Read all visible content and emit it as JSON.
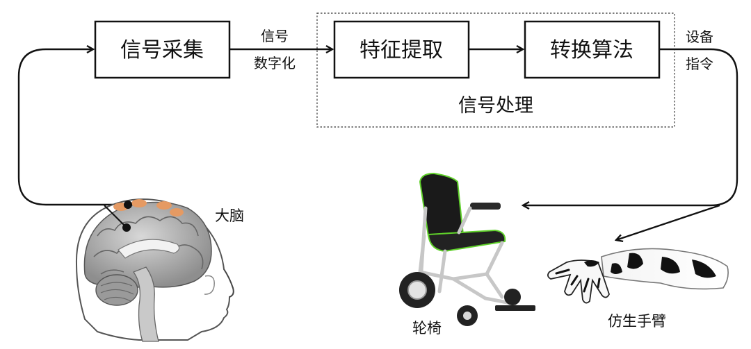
{
  "nodes": {
    "signal_acquisition": "信号采集",
    "feature_extraction": "特征提取",
    "conversion_algorithm": "转换算法"
  },
  "group": {
    "signal_processing": "信号处理"
  },
  "edge_labels": {
    "digitize_line1": "信号",
    "digitize_line2": "数字化",
    "command_line1": "设备",
    "command_line2": "指令"
  },
  "images": {
    "brain": "大脑",
    "wheelchair": "轮椅",
    "prosthetic_arm": "仿生手臂"
  },
  "colors": {
    "stroke": "#111111",
    "electrode": "#e59a63",
    "wheelchair_accent": "#5fd02a"
  }
}
